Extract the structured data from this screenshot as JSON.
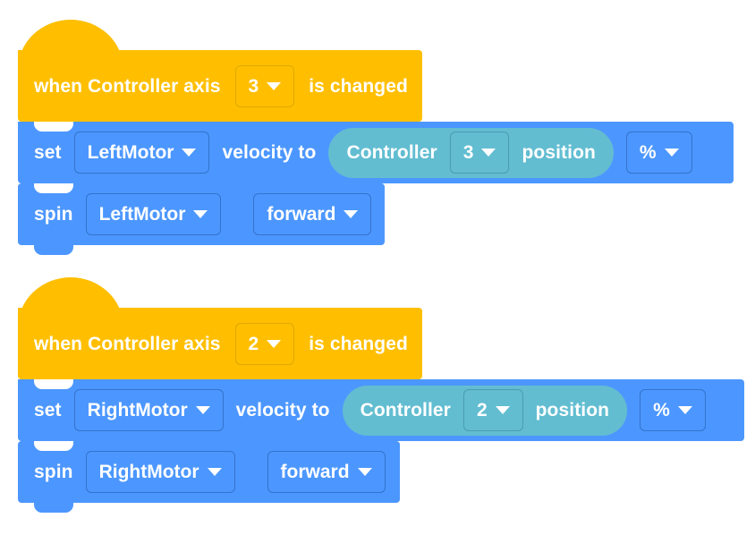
{
  "app": {
    "name": "VEXcode VR block workspace",
    "canvas_background": "#ffffff"
  },
  "colors": {
    "event_block": "#FFBF00",
    "motion_block": "#4C97FF",
    "controller_reporter": "#62BDD1",
    "text": "#FFFFFF",
    "dropdown_border_blue": "#3373CC",
    "dropdown_border_yellow": "#E0A800",
    "dropdown_border_teal": "#4A9DB0"
  },
  "icons": {
    "dropdown_caret": "chevron-down-icon"
  },
  "scripts": [
    {
      "id": "script-1",
      "hat": {
        "type": "event-hat",
        "text_before": "when Controller axis",
        "axis_value": "3",
        "text_after": "is changed"
      },
      "blocks": [
        {
          "type": "set-motor-velocity",
          "label_set": "set",
          "motor": "LeftMotor",
          "label_velocity_to": "velocity to",
          "reporter": {
            "type": "controller-axis-position",
            "label_controller": "Controller",
            "axis_value": "3",
            "label_position": "position"
          },
          "units": "%"
        },
        {
          "type": "spin-motor",
          "label_spin": "spin",
          "motor": "LeftMotor",
          "direction": "forward"
        }
      ]
    },
    {
      "id": "script-2",
      "hat": {
        "type": "event-hat",
        "text_before": "when Controller axis",
        "axis_value": "2",
        "text_after": "is changed"
      },
      "blocks": [
        {
          "type": "set-motor-velocity",
          "label_set": "set",
          "motor": "RightMotor",
          "label_velocity_to": "velocity to",
          "reporter": {
            "type": "controller-axis-position",
            "label_controller": "Controller",
            "axis_value": "2",
            "label_position": "position"
          },
          "units": "%"
        },
        {
          "type": "spin-motor",
          "label_spin": "spin",
          "motor": "RightMotor",
          "direction": "forward"
        }
      ]
    }
  ]
}
